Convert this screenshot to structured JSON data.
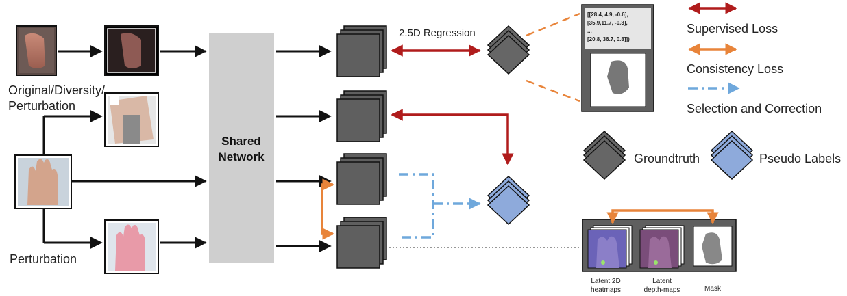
{
  "labels": {
    "original_diversity_perturbation": [
      "Original/Diversity/",
      "Perturbation"
    ],
    "perturbation": "Perturbation",
    "shared_network": [
      "Shared",
      "Network"
    ],
    "regression": "2.5D Regression",
    "matrix_lines": [
      "[[28.4,  4.9, -0.6],",
      "[35.9,11.7, -0.3],",
      "...",
      "[20.8, 36.7, 0.8]])"
    ],
    "latent_heatmaps": [
      "Latent 2D",
      "heatmaps"
    ],
    "latent_depthmaps": [
      "Latent",
      "depth-maps"
    ],
    "mask": "Mask"
  },
  "legend": {
    "supervised_loss": "Supervised Loss",
    "consistency_loss": "Consistency Loss",
    "selection_correction": "Selection and Correction",
    "groundtruth": "Groundtruth",
    "pseudo_labels": "Pseudo Labels"
  },
  "colors": {
    "supervised": "#b01c1c",
    "consistency": "#e8843a",
    "selection": "#6fa8dc",
    "network": "#cfcfcf",
    "feature": "#5f5f5f",
    "groundtruth": "#666666",
    "pseudo": "#8eaadb"
  }
}
